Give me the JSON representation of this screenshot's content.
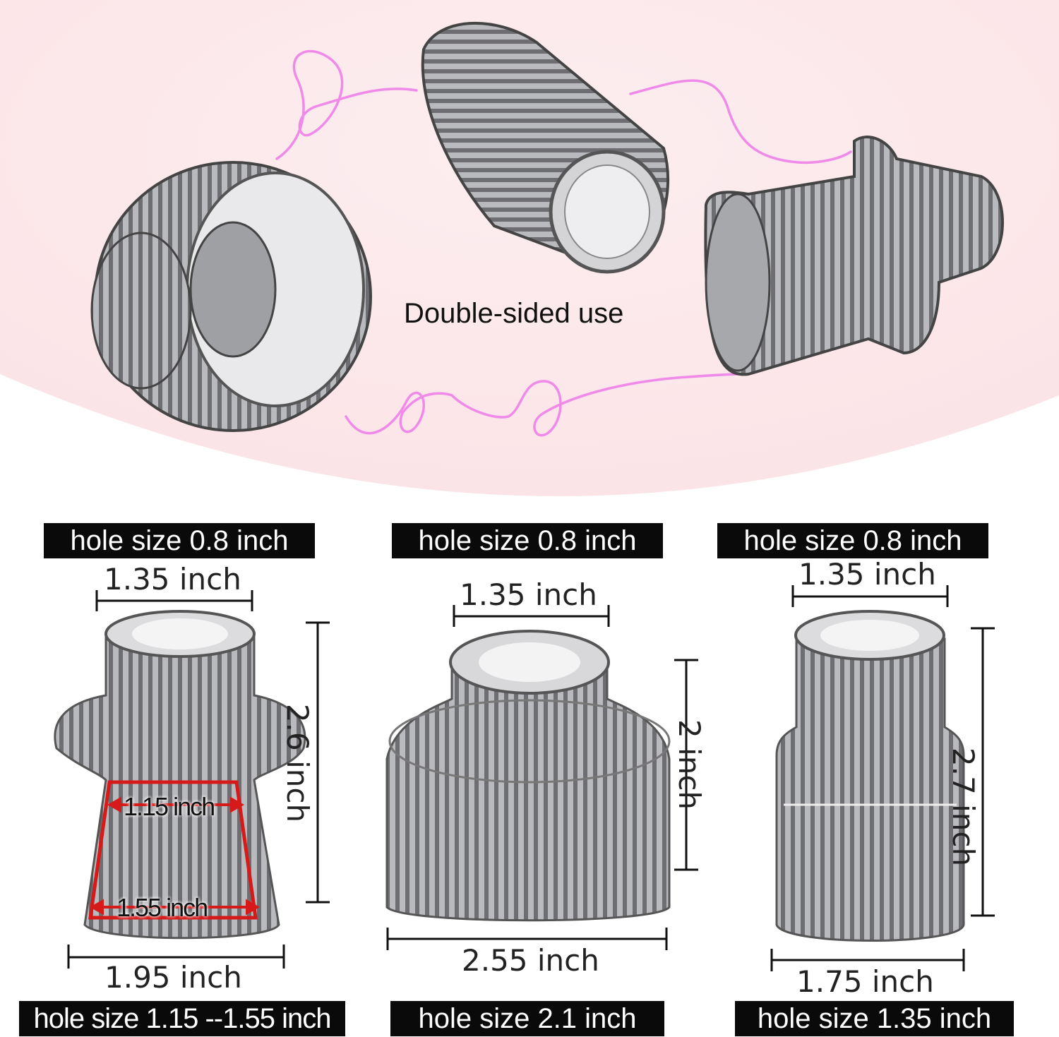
{
  "caption": "Double-sided use",
  "holders": [
    {
      "top_label": "hole size 0.8 inch",
      "top_width": "1.35 inch",
      "height": "2.6 inch",
      "inner_top": "1.15 inch",
      "inner_bottom": "1.55 inch",
      "base_width": "1.95 inch",
      "bottom_label": "hole size 1.15 --1.55 inch"
    },
    {
      "top_label": "hole size 0.8 inch",
      "top_width": "1.35 inch",
      "height": "2 inch",
      "base_width": "2.55 inch",
      "bottom_label": "hole size 2.1 inch"
    },
    {
      "top_label": "hole size 0.8 inch",
      "top_width": "1.35 inch",
      "height": "2.7 inch",
      "base_width": "1.75 inch",
      "bottom_label": "hole size 1.35 inch"
    }
  ],
  "colors": {
    "background_top": "#fbe3e6",
    "ribbon": "#f08ae8",
    "glass": "#6e6e72",
    "label_box": "#0a0a0a",
    "measure_red": "#d61a1a"
  }
}
